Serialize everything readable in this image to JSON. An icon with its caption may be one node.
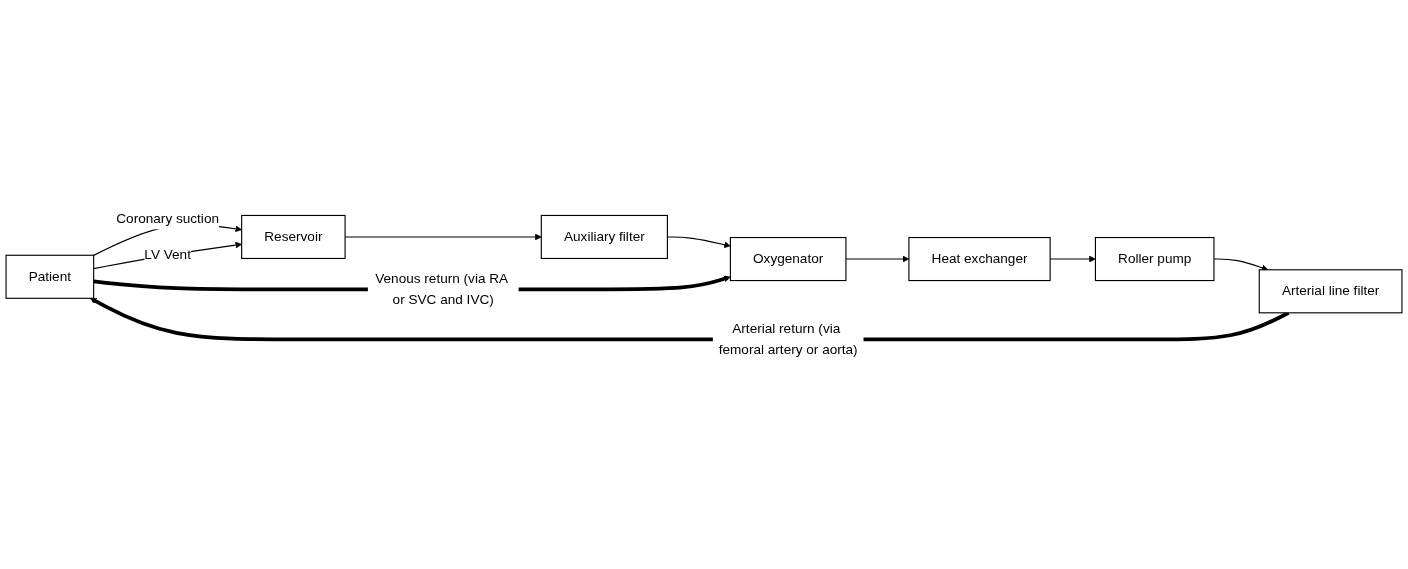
{
  "diagram": {
    "nodes": [
      {
        "text": [
          "Patient"
        ]
      },
      {
        "text": [
          "Reservoir"
        ]
      },
      {
        "text": [
          "Auxiliary filter"
        ]
      },
      {
        "text": [
          "Oxygenator"
        ]
      },
      {
        "text": [
          "Heat exchanger"
        ]
      },
      {
        "text": [
          "Roller pump"
        ]
      },
      {
        "text": [
          "Arterial line filter"
        ]
      }
    ],
    "edges": [
      {
        "from": 0,
        "to": 1,
        "arrow": "to",
        "label": "Coronary suction"
      },
      {
        "from": 0,
        "to": 1,
        "arrow": "to",
        "label": "LV Vent"
      },
      {
        "from": 1,
        "to": 2,
        "arrow": "to"
      },
      {
        "from": 2,
        "to": 3,
        "arrow": "to"
      },
      {
        "from": 0,
        "to": 3,
        "arrow": "to",
        "style": "thick",
        "label": "Venous return (via RA or SVC and IVC)"
      },
      {
        "from": 3,
        "to": 4,
        "arrow": "to"
      },
      {
        "from": 4,
        "to": 5,
        "arrow": "to"
      },
      {
        "from": 5,
        "to": 6,
        "arrow": "to"
      },
      {
        "from": 6,
        "to": 0,
        "arrow": "to",
        "style": "thick",
        "label": "Arterial return (via femoral artery or aorta)"
      }
    ]
  }
}
